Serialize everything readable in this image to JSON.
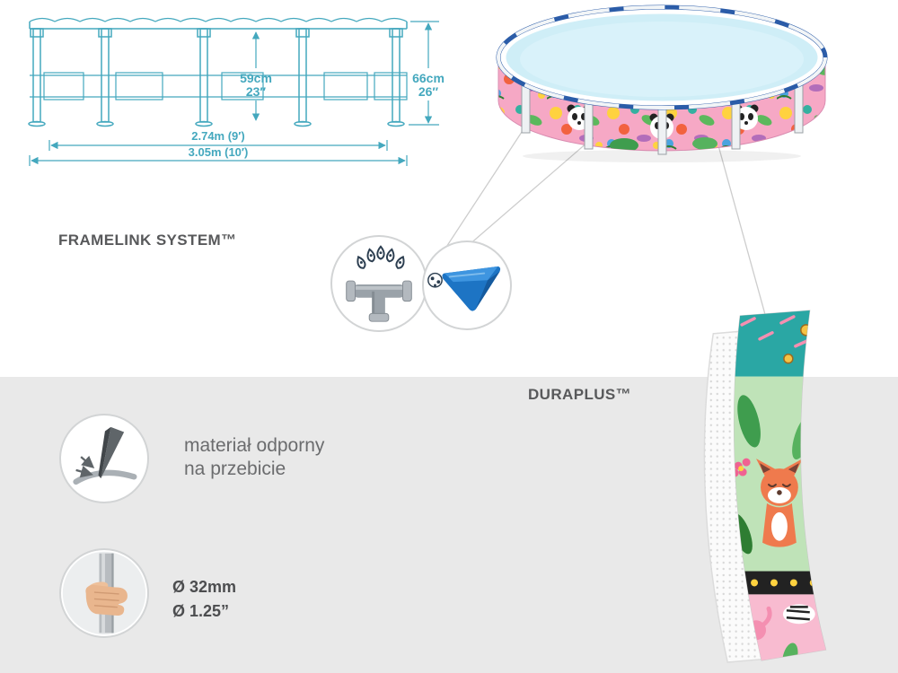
{
  "colors": {
    "blueprint_teal": "#44a8be",
    "bottom_band_gray": "#e9e9e9",
    "title_gray": "#58595b",
    "connector_gray": "#cdcdcd",
    "seat_blue": "#1d74c4"
  },
  "blueprint": {
    "labels": {
      "inner_height_cm": "59cm",
      "inner_height_in": "23″",
      "outer_height_cm": "66cm",
      "outer_height_in": "26″",
      "inner_diameter": "2.74m (9′)",
      "outer_diameter": "3.05m (10′)"
    }
  },
  "sections": {
    "framelink_title": "FRAMELINK SYSTEM™",
    "duraplus_title": "DURAPLUS™"
  },
  "features": {
    "puncture": {
      "line1": "materiał odporny",
      "line2": "na przebicie"
    },
    "pipe_diameter": {
      "metric": "Ø 32mm",
      "imperial": "Ø 1.25”"
    }
  }
}
